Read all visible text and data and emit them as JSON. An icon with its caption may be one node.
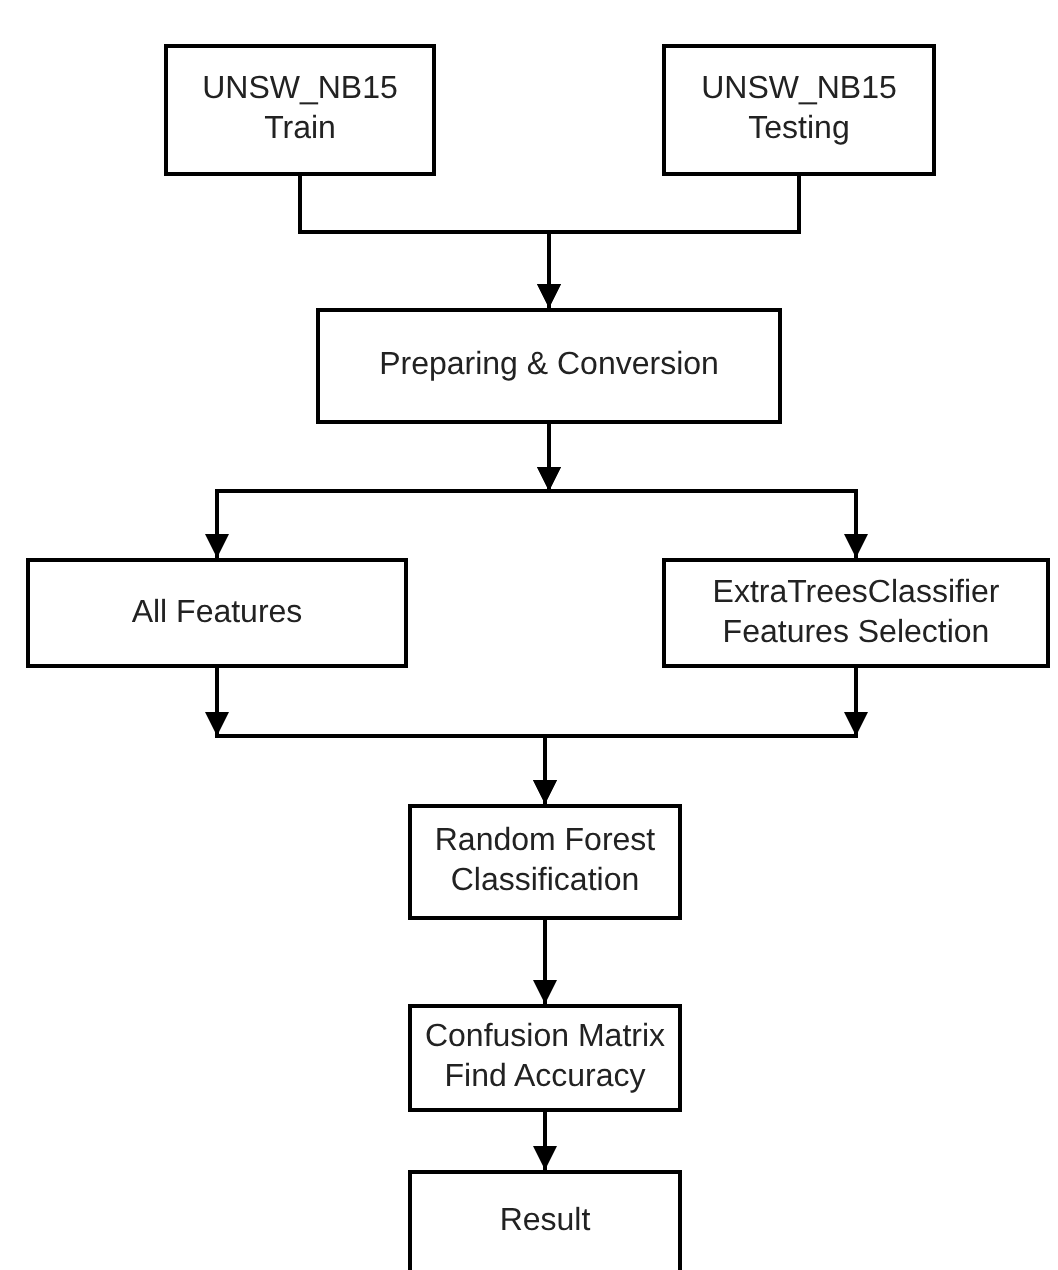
{
  "diagram": {
    "nodes": [
      {
        "text": [
          "UNSW_NB15 Train"
        ]
      },
      {
        "text": [
          "UNSW_NB15 Testing"
        ]
      },
      {
        "text": [
          "Preparing & Conversion"
        ]
      },
      {
        "text": [
          "All Features"
        ]
      },
      {
        "text": [
          "ExtraTreesClassifier Features Selection"
        ]
      },
      {
        "text": [
          "Random Forest Classification"
        ]
      },
      {
        "text": [
          "Confusion Matrix Find Accuracy"
        ]
      },
      {
        "text": [
          "Result"
        ]
      }
    ],
    "edges": [
      {
        "from": 0,
        "to": 2,
        "arrow": "to"
      },
      {
        "from": 1,
        "to": 2,
        "arrow": "to"
      },
      {
        "from": 2,
        "to": 3,
        "arrow": "to"
      },
      {
        "from": 2,
        "to": 4,
        "arrow": "to"
      },
      {
        "from": 3,
        "to": 5,
        "arrow": "to"
      },
      {
        "from": 4,
        "to": 5,
        "arrow": "to"
      },
      {
        "from": 5,
        "to": 6,
        "arrow": "to"
      },
      {
        "from": 6,
        "to": 7,
        "arrow": "to"
      }
    ]
  }
}
